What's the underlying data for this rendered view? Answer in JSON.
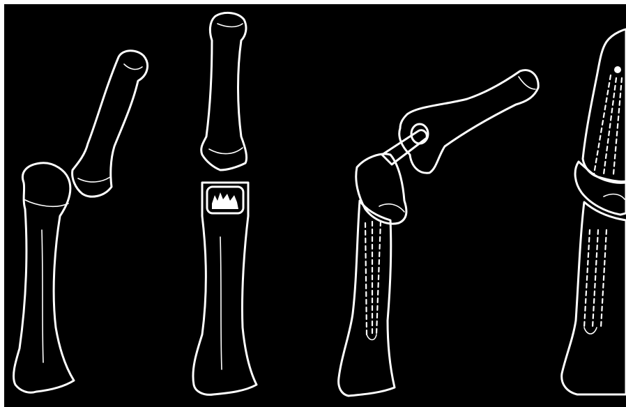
{
  "figure": {
    "background": "#000000",
    "line_color": "#ffffff",
    "panels": [
      {
        "name": "proximal-phalanx-and-metacarpal"
      },
      {
        "name": "resected-joint"
      },
      {
        "name": "implant-flexed"
      },
      {
        "name": "implant-extended"
      }
    ]
  }
}
